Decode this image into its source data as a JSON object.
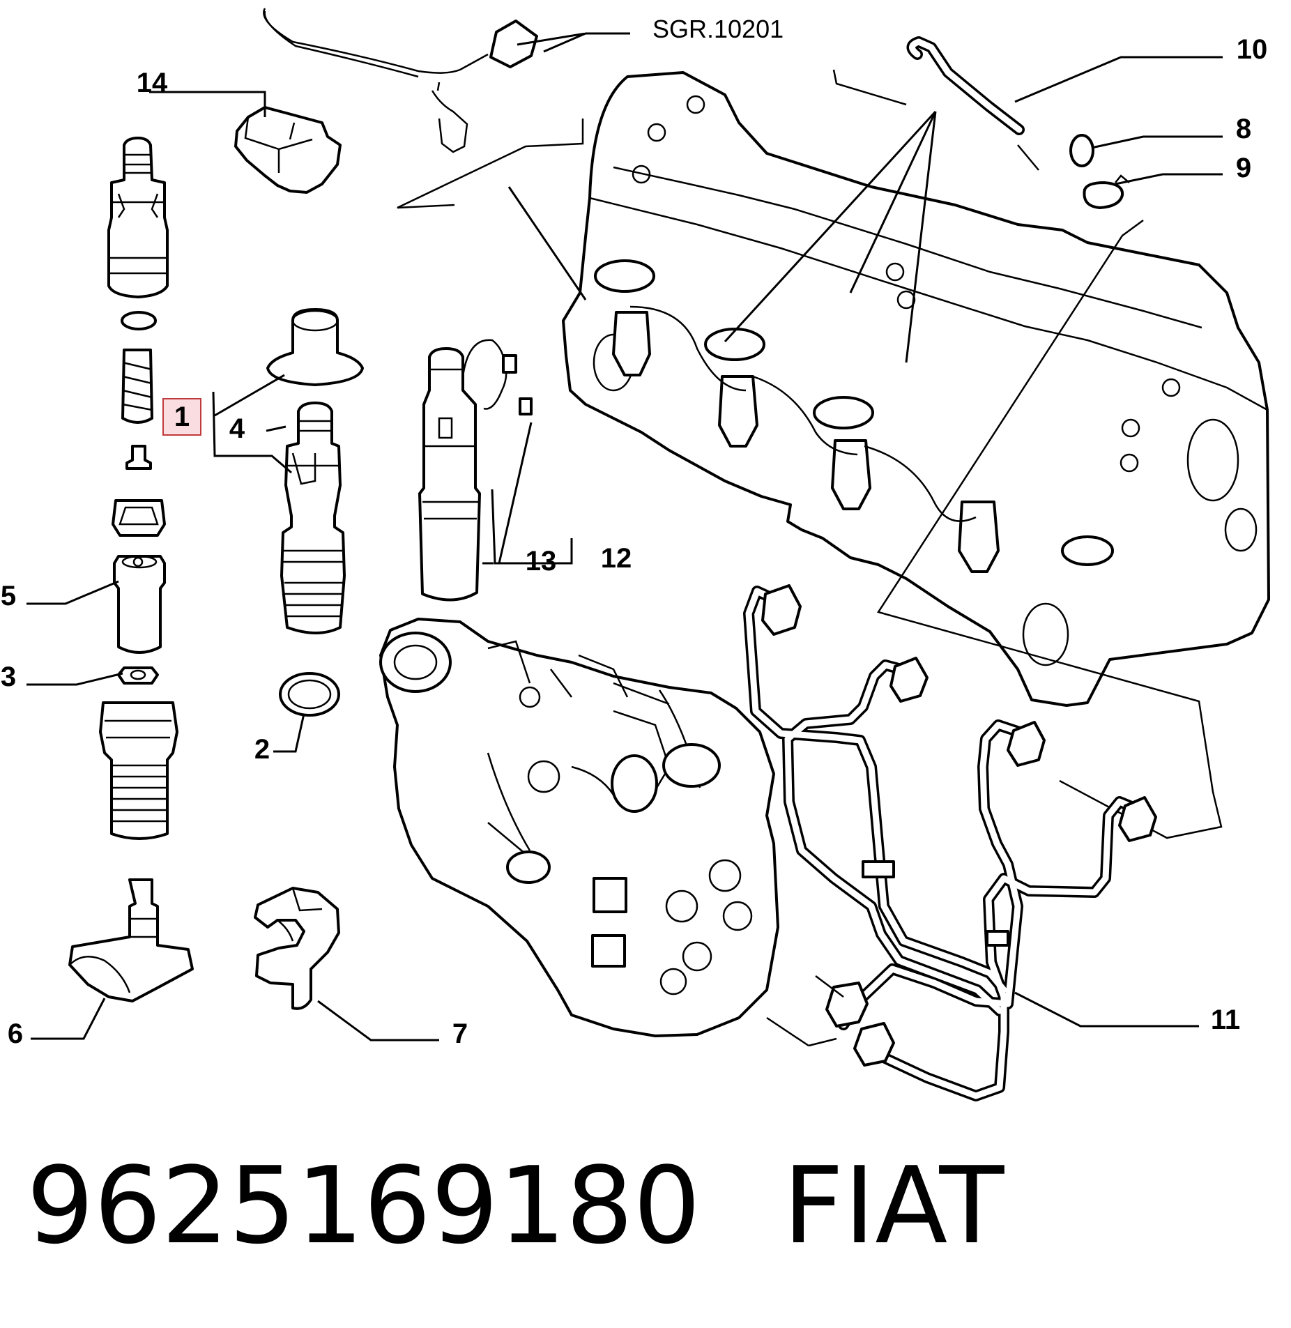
{
  "callouts": {
    "c1": "1",
    "c2": "2",
    "c3": "3",
    "c4": "4",
    "c5": "5",
    "c6": "6",
    "c7": "7",
    "c8": "8",
    "c9": "9",
    "c10": "10",
    "c11": "11",
    "c12": "12",
    "c13": "13",
    "c14": "14",
    "ref": "SGR.10201"
  },
  "highlight_callout": "1",
  "highlight_color": "#f9dde0",
  "highlight_border": "#c0393b",
  "footer": {
    "part_number": "9625169180",
    "brand": "FIAT"
  }
}
